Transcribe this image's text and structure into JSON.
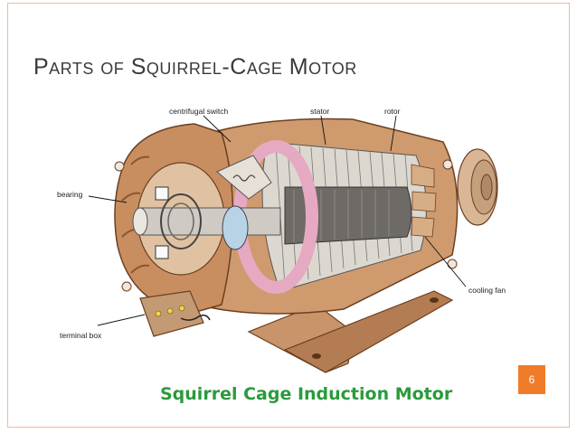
{
  "slide": {
    "title": "Parts of Squirrel-Cage Motor",
    "page_number": "6",
    "accent_color": "#f07c2a",
    "frame_color": "#f2b8a0"
  },
  "diagram": {
    "labels": {
      "centrifugal_switch": "centrifugal switch",
      "stator": "stator",
      "rotor": "rotor",
      "bearing": "bearing",
      "cooling_fan": "cooling fan",
      "terminal_box": "terminal box"
    },
    "caption": "Squirrel Cage Induction Motor",
    "caption_color": "#2b9a3c"
  }
}
